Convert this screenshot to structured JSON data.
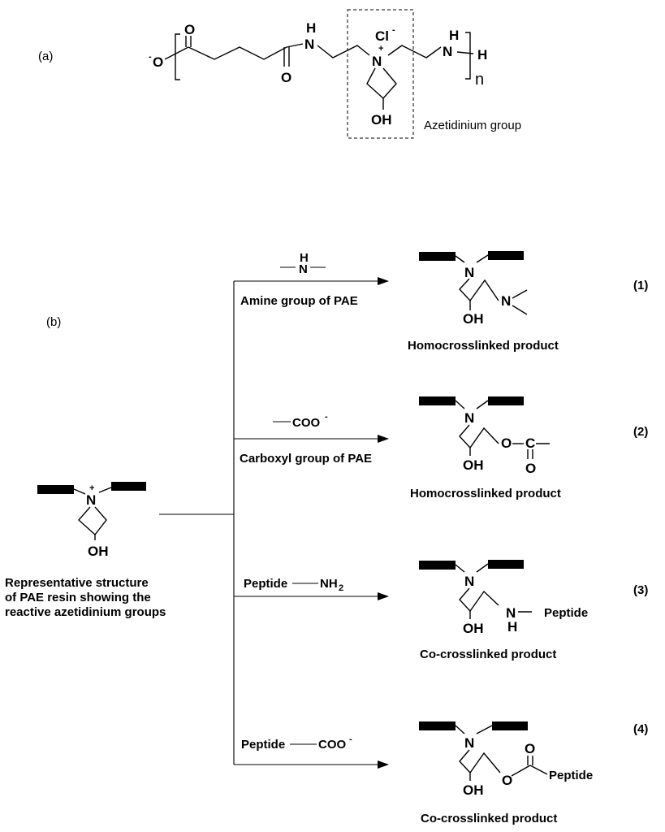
{
  "panel_a": {
    "label": "(a)",
    "repeat_unit_n": "n",
    "terminal_h": "H",
    "anion": "Cl",
    "azetidinium_label": "Azetidinium group"
  },
  "panel_b": {
    "label": "(b)",
    "reactant_caption_lines": [
      "Representative structure",
      "of PAE resin showing the",
      "reactive azetidinium groups"
    ],
    "reactions": [
      {
        "number": "(1)",
        "reagent_label": "Amine group of PAE",
        "reagent_text": "",
        "product_label": "Homocrosslinked product"
      },
      {
        "number": "(2)",
        "reagent_label": "Carboxyl group of PAE",
        "reagent_text": "COO",
        "product_label": "Homocrosslinked product"
      },
      {
        "number": "(3)",
        "reagent_label": "",
        "reagent_text": "Peptide",
        "reagent_group": "NH",
        "product_label": "Co-crosslinked product"
      },
      {
        "number": "(4)",
        "reagent_label": "",
        "reagent_text": "Peptide",
        "reagent_group": "COO",
        "product_label": "Co-crosslinked product"
      }
    ]
  },
  "atoms": {
    "nitrogen": "N",
    "oxygen": "O",
    "hydroxyl": "OH",
    "amine_h": "H",
    "carbon": "C",
    "peptide": "Peptide",
    "minus": "-",
    "plus": "+",
    "subscript_2": "2"
  }
}
